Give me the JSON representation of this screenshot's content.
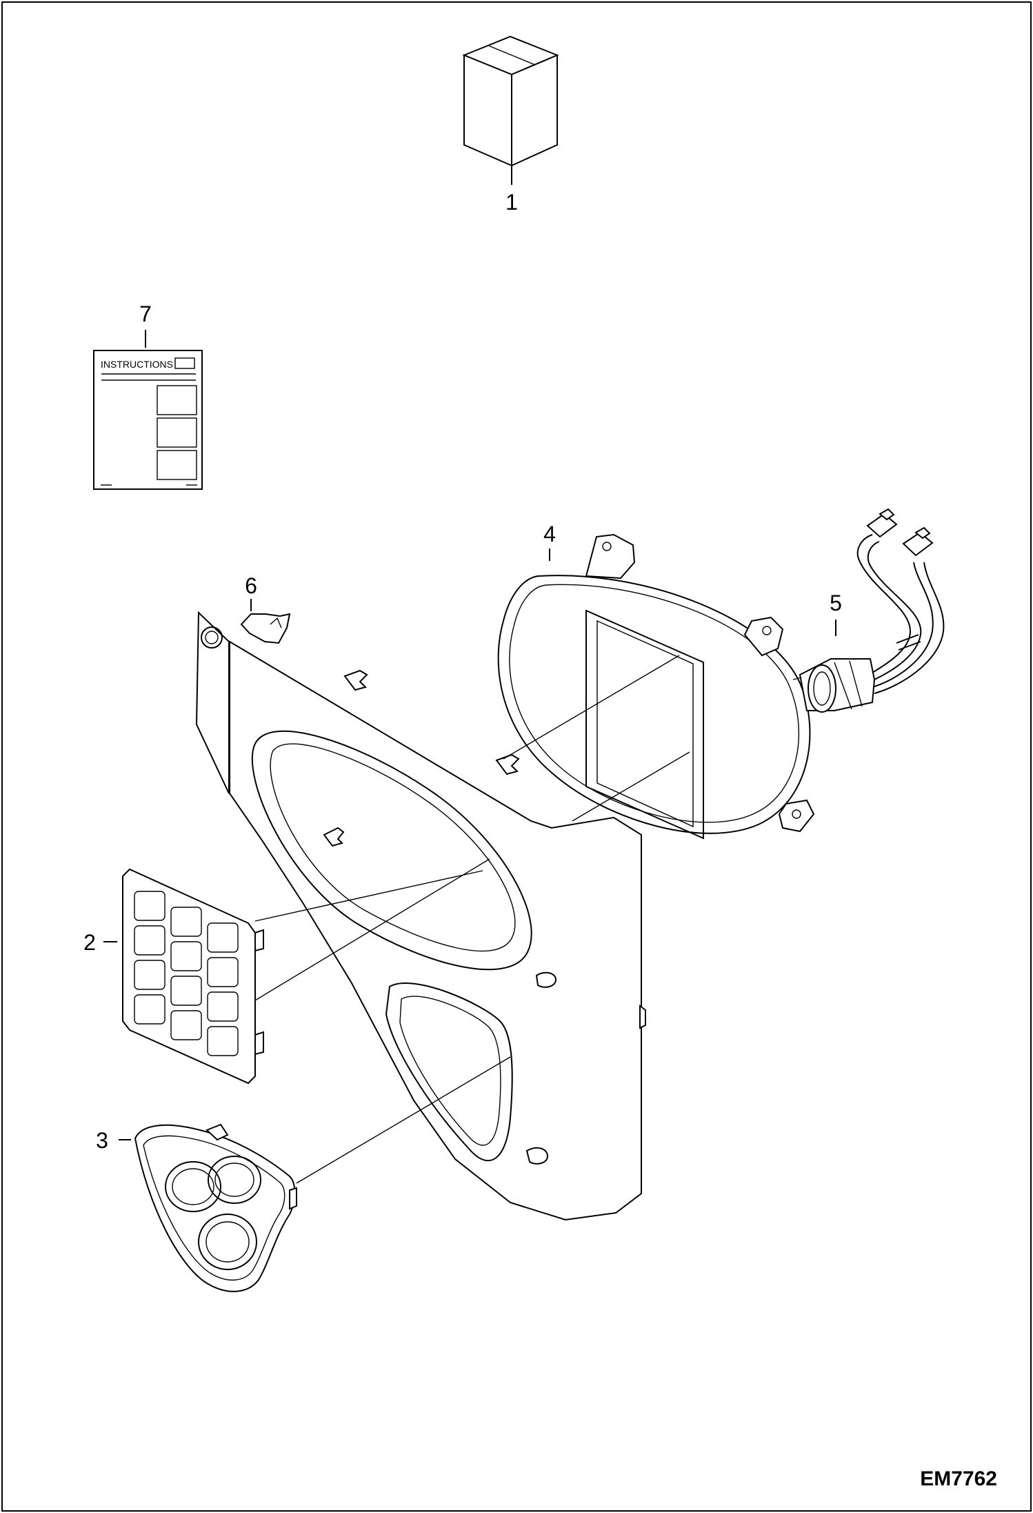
{
  "callouts": {
    "c1": "1",
    "c2": "2",
    "c3": "3",
    "c4": "4",
    "c5": "5",
    "c6": "6",
    "c7": "7"
  },
  "instruction_sheet": {
    "heading": "INSTRUCTIONS"
  },
  "figure_id": "EM7762"
}
